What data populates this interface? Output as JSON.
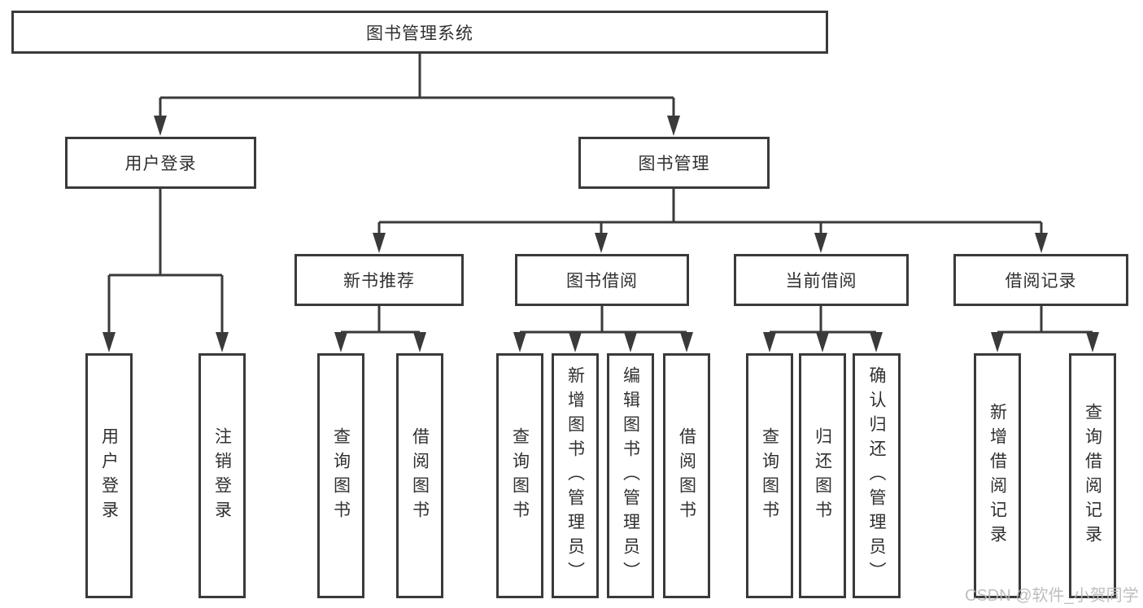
{
  "tree": {
    "label": "图书管理系统",
    "children": [
      {
        "label": "用户登录",
        "children": [
          {
            "label": "用户登录"
          },
          {
            "label": "注销登录"
          }
        ]
      },
      {
        "label": "图书管理",
        "children": [
          {
            "label": "新书推荐",
            "children": [
              {
                "label": "查询图书"
              },
              {
                "label": "借阅图书"
              }
            ]
          },
          {
            "label": "图书借阅",
            "children": [
              {
                "label": "查询图书"
              },
              {
                "label": "新增图书（管理员）"
              },
              {
                "label": "编辑图书（管理员）"
              },
              {
                "label": "借阅图书"
              }
            ]
          },
          {
            "label": "当前借阅",
            "children": [
              {
                "label": "查询图书"
              },
              {
                "label": "归还图书"
              },
              {
                "label": "确认归还（管理员）"
              }
            ]
          },
          {
            "label": "借阅记录",
            "children": [
              {
                "label": "新增借阅记录"
              },
              {
                "label": "查询借阅记录"
              }
            ]
          }
        ]
      }
    ]
  },
  "watermark": {
    "text": "CSDN @软件_小贺同学"
  },
  "colors": {
    "line": "#3a3a3a",
    "text": "#303030",
    "watermark": "#b8b8b8",
    "bg": "#ffffff"
  }
}
